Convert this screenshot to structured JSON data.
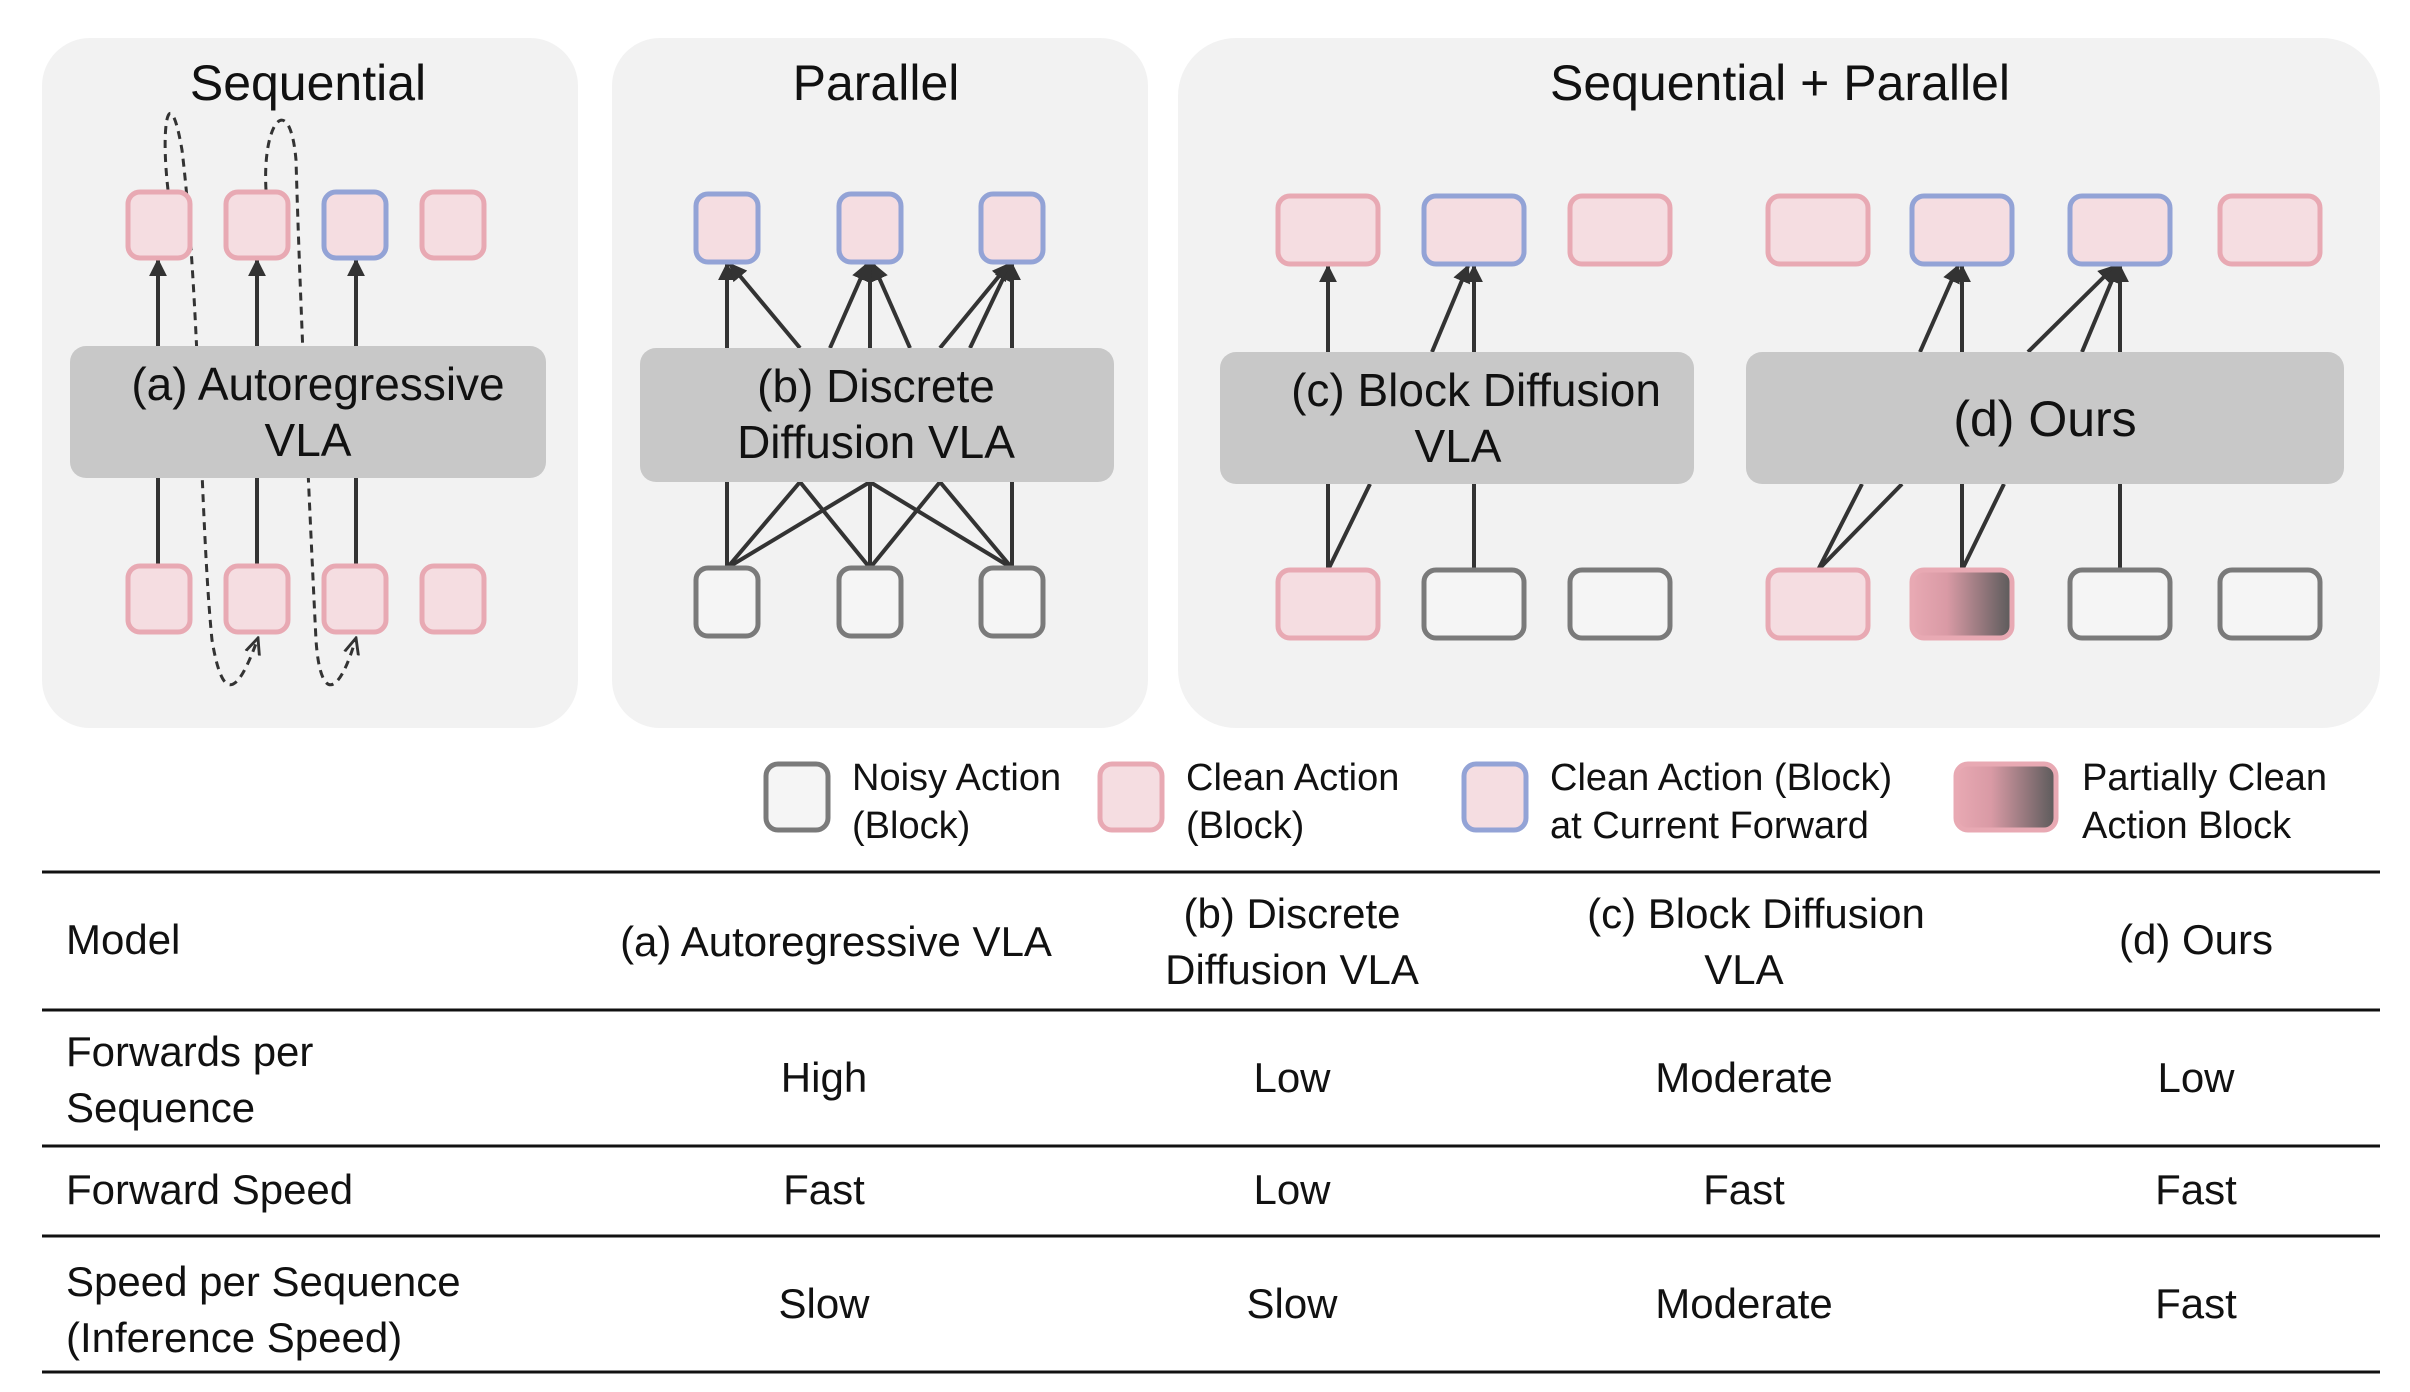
{
  "colors": {
    "panel_bg": "#f2f2f2",
    "model_box": "#c8c8c8",
    "clean_fill": "#f5dde1",
    "clean_stroke": "#e8a9b3",
    "current_stroke": "#93a3d6",
    "noisy_stroke": "#7a7a7a",
    "noisy_fill": "#f5f5f5",
    "arrow": "#333333",
    "table_rule": "#111111"
  },
  "panels": {
    "sequential": {
      "title": "Sequential",
      "model_line1": "(a) Autoregressive",
      "model_line2": "VLA"
    },
    "parallel": {
      "title": "Parallel",
      "model_line1": "(b) Discrete",
      "model_line2": "Diffusion VLA"
    },
    "seq_par": {
      "title": "Sequential + Parallel"
    },
    "block_diffusion": {
      "model_line1": "(c) Block Diffusion",
      "model_line2": "VLA"
    },
    "ours": {
      "model_label": "(d) Ours"
    }
  },
  "legend": [
    {
      "kind": "noisy",
      "icon": "noisy-action-icon",
      "line1": "Noisy Action",
      "line2": "(Block)"
    },
    {
      "kind": "clean",
      "icon": "clean-action-icon",
      "line1": "Clean Action",
      "line2": "(Block)"
    },
    {
      "kind": "current",
      "icon": "current-action-icon",
      "line1": "Clean Action (Block)",
      "line2": "at Current Forward"
    },
    {
      "kind": "partial",
      "icon": "partial-action-icon",
      "line1": "Partially Clean",
      "line2": "Action Block"
    }
  ],
  "table": {
    "header": [
      [
        "Model"
      ],
      [
        "(a) Autoregressive VLA"
      ],
      [
        "(b) Discrete",
        "Diffusion VLA"
      ],
      [
        "(c) Block Diffusion",
        "VLA"
      ],
      [
        "(d) Ours"
      ]
    ],
    "rows": [
      {
        "label": [
          "Forwards per",
          "Sequence"
        ],
        "values": [
          "High",
          "Low",
          "Moderate",
          "Low"
        ]
      },
      {
        "label": [
          "Forward Speed"
        ],
        "values": [
          "Fast",
          "Low",
          "Fast",
          "Fast"
        ]
      },
      {
        "label": [
          "Speed per Sequence",
          "(Inference Speed)"
        ],
        "values": [
          "Slow",
          "Slow",
          "Moderate",
          "Fast"
        ]
      }
    ]
  }
}
